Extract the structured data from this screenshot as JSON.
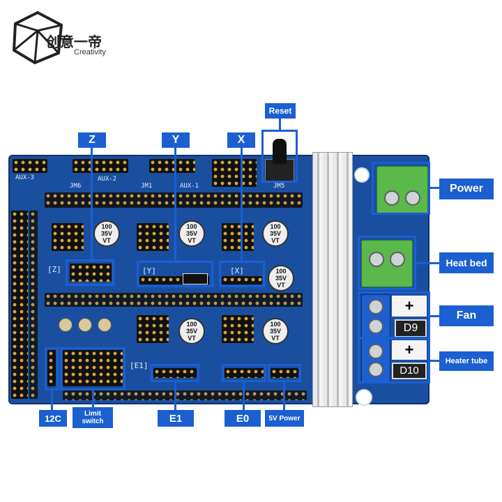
{
  "logo": {
    "cn_text": "创意一帝",
    "en_text": "Creativity"
  },
  "labels": {
    "z": "Z",
    "y": "Y",
    "x": "X",
    "reset": "Reset",
    "power": "Power",
    "heat_bed": "Heat bed",
    "fan": "Fan",
    "heater_tube": "Heater tube",
    "i2c": "12C",
    "limit_switch_1": "Limit",
    "limit_switch_2": "switch",
    "e1": "E1",
    "e0": "E0",
    "five_v_power": "5V Power"
  },
  "board": {
    "cap_lines": [
      "100",
      "35V",
      "VT"
    ],
    "d9": "D9",
    "d10": "D10",
    "plus": "+",
    "aux3": "AUX-3",
    "aux2": "AUX-2",
    "aux1": "AUX-1",
    "jm6": "JM6",
    "jm1": "JM1",
    "jm5": "JM5",
    "tag_z": "[Z]",
    "tag_y": "[Y]",
    "tag_x": "[X]",
    "e1_tag": "[E1]"
  },
  "colors": {
    "callout": "#1b5fd1",
    "board": "#1a4fa0",
    "terminal_green": "#5bb84a"
  }
}
